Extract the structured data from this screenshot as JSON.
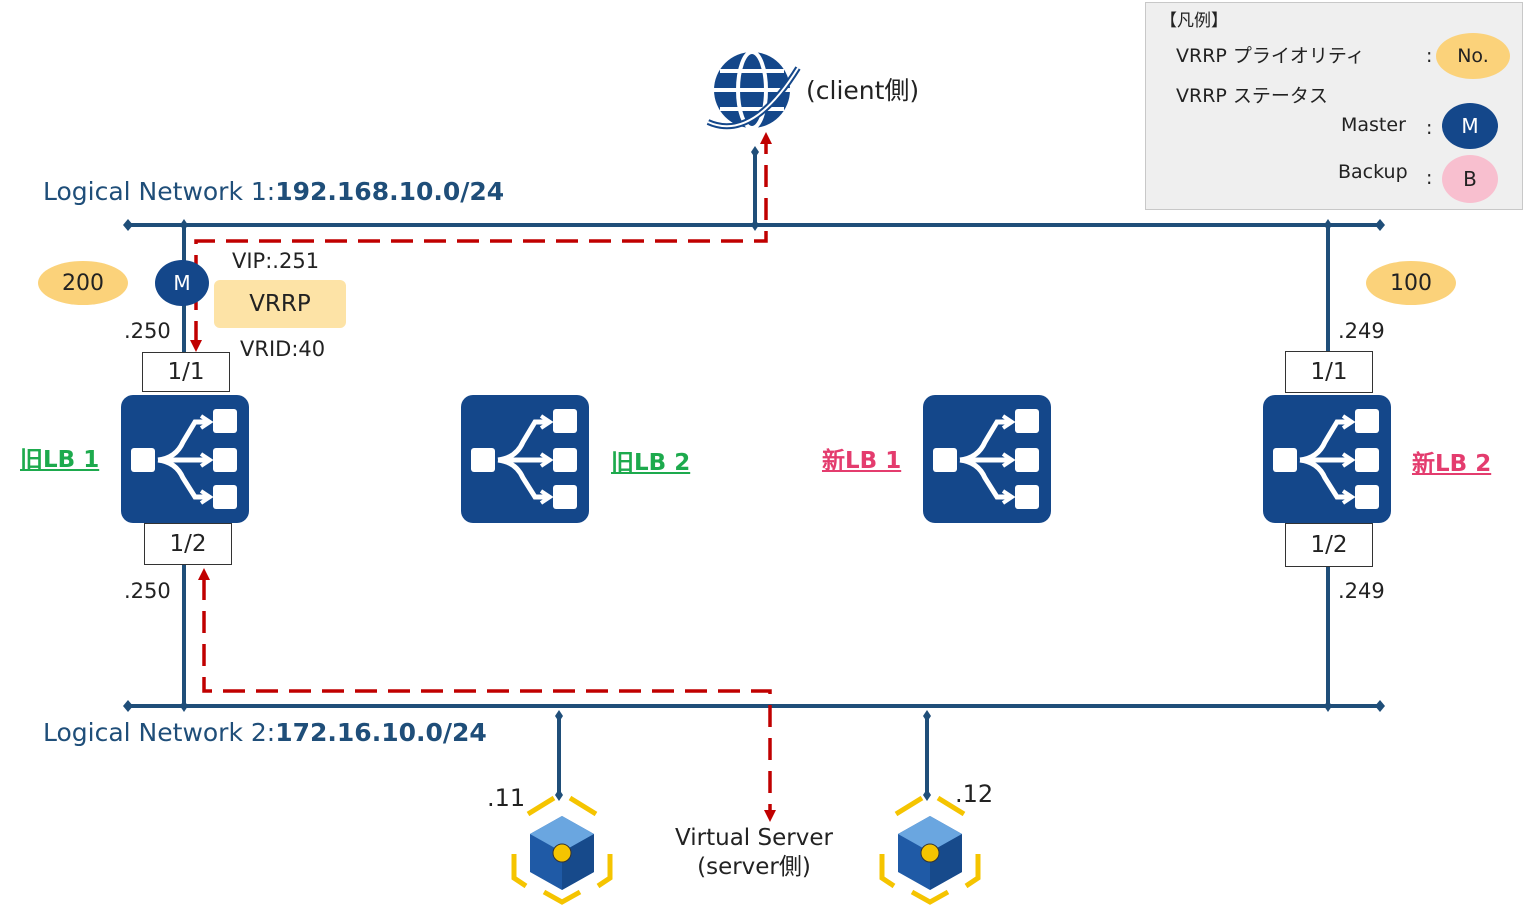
{
  "colors": {
    "network": "#1f4e79",
    "icon": "#14478a",
    "flow": "#c00000",
    "priority_fill": "#fbd27a",
    "vrrp_fill": "#fde3a6",
    "old_lb": "#1daa4d",
    "new_lb": "#e43c6e",
    "backup_fill": "#f8bfcf",
    "vm_frame": "#f5c400"
  },
  "legend": {
    "title": "【凡例】",
    "priority_label": "VRRP プライオリティ",
    "priority_colon": ":",
    "priority_symbol": "No.",
    "status_label": "VRRP ステータス",
    "master_label": "Master",
    "master_colon": ":",
    "master_symbol": "M",
    "backup_label": "Backup",
    "backup_colon": ":",
    "backup_symbol": "B"
  },
  "client": {
    "label": "(client側)",
    "icon": "globe-icon"
  },
  "network1": {
    "prefix": "Logical Network 1:",
    "subnet": "192.168.10.0/24"
  },
  "network2": {
    "prefix": "Logical Network 2:",
    "subnet": "172.16.10.0/24"
  },
  "vrrp": {
    "vip": "VIP:.251",
    "label": "VRRP",
    "vrid": "VRID:40"
  },
  "lb_old1": {
    "name": "旧LB 1",
    "priority": "200",
    "state": "M",
    "ip_top": ".250",
    "ip_bottom": ".250",
    "port_top": "1/1",
    "port_bottom": "1/2",
    "icon": "load-balancer-icon"
  },
  "lb_old2": {
    "name": "旧LB 2",
    "icon": "load-balancer-icon"
  },
  "lb_new1": {
    "name": "新LB 1",
    "icon": "load-balancer-icon"
  },
  "lb_new2": {
    "name": "新LB 2",
    "priority": "100",
    "ip_top": ".249",
    "ip_bottom": ".249",
    "port_top": "1/1",
    "port_bottom": "1/2",
    "icon": "load-balancer-icon"
  },
  "servers": [
    {
      "ip": ".11",
      "icon": "virtual-machine-icon"
    },
    {
      "ip": ".12",
      "icon": "virtual-machine-icon"
    }
  ],
  "virtual_server": {
    "line1": "Virtual Server",
    "line2": "(server側)"
  }
}
